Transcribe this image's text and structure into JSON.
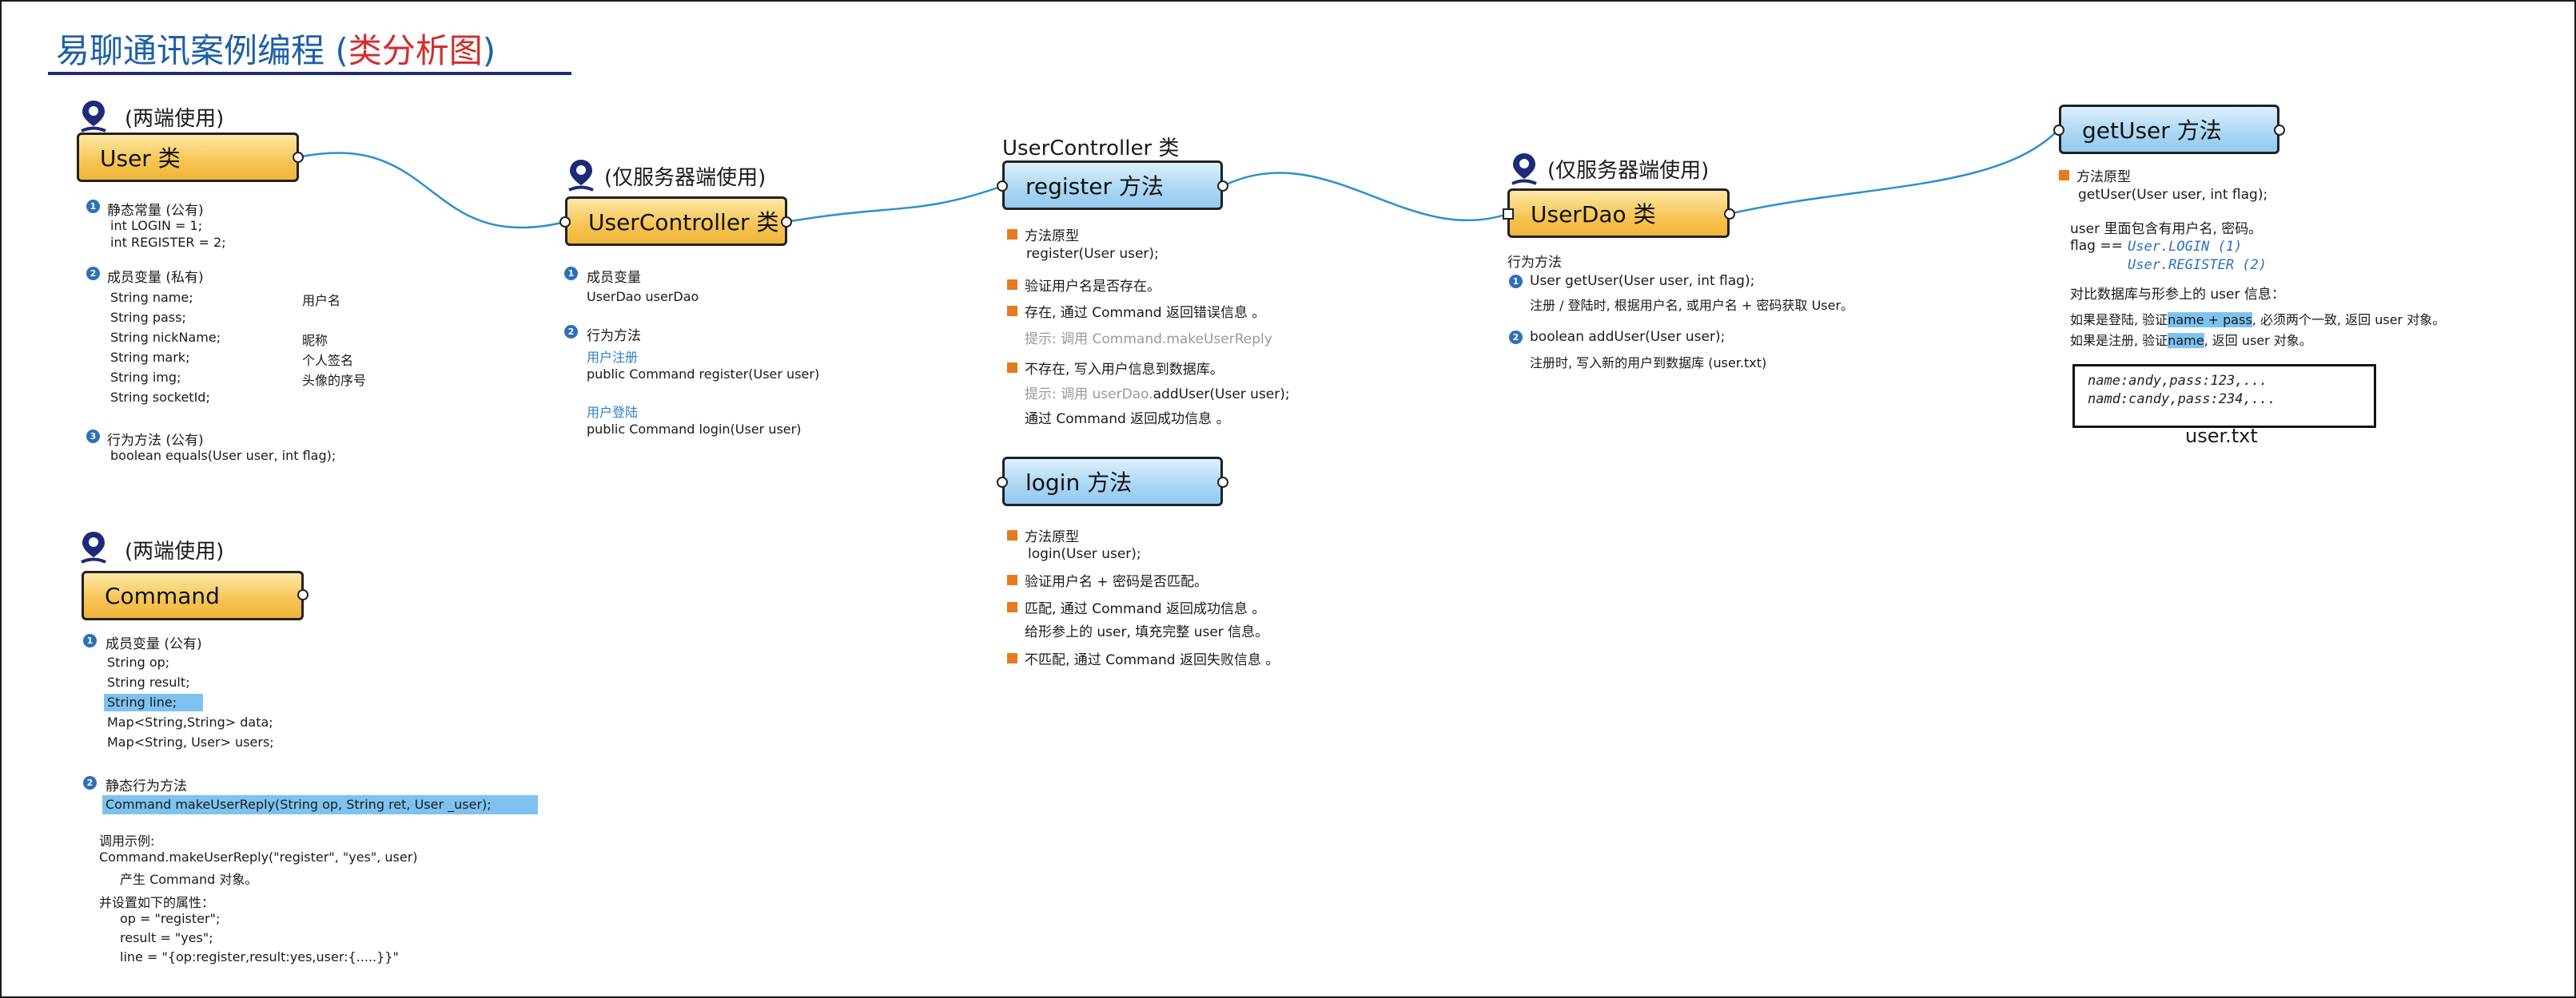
{
  "title": {
    "main": "易聊通讯案例编程 (",
    "highlight": "类分析图",
    "close": ")"
  },
  "colors": {
    "title": "#1e5fa8",
    "highlight": "#d12d2d",
    "connector": "#2a8fd0",
    "yellow_box": "#f6c453",
    "blue_box": "#a9d6f4",
    "bullet": "#e57a1f",
    "number_badge": "#2e6fb8",
    "text_highlight": "#7ec3f0"
  },
  "icons": {
    "pin": "location-pin-icon",
    "numbers": "numbered-circle-icon",
    "bullets": "orange-square-bullet-icon"
  },
  "user": {
    "tag": "(两端使用)",
    "box": "User 类",
    "s1_title": "静态常量 (公有)",
    "s1_l1": "int LOGIN    = 1;",
    "s1_l2": "int REGISTER = 2;",
    "s2_title": "成员变量 (私有)",
    "fields": [
      {
        "code": "String name;",
        "note": "用户名"
      },
      {
        "code": "String pass;",
        "note": ""
      },
      {
        "code": "String nickName;",
        "note": "昵称"
      },
      {
        "code": "String mark;",
        "note": "个人签名"
      },
      {
        "code": "String img;",
        "note": "头像的序号"
      },
      {
        "code": "String socketId;",
        "note": ""
      }
    ],
    "s3_title": "行为方法 (公有)",
    "s3_l1": "boolean equals(User user, int flag);"
  },
  "command": {
    "tag": "(两端使用)",
    "box": "Command",
    "s1_title": "成员变量 (公有)",
    "l1": "String op;",
    "l2": "String result;",
    "l3": "String line;",
    "l4": "Map<String,String> data;",
    "l5": "Map<String, User> users;",
    "s2_title": "静态行为方法",
    "method": "Command makeUserReply(String op, String ret, User _user);",
    "ex1": "调用示例:",
    "ex2": "Command.makeUserReply(\"register\", \"yes\", user)",
    "ex3": "产生 Command 对象。",
    "ex4": "并设置如下的属性：",
    "ex5": "op = \"register\";",
    "ex6": "result = \"yes\";",
    "ex7": "line = \"{op:register,result:yes,user:{.....}}\""
  },
  "usercontroller": {
    "tag": "(仅服务器端使用)",
    "box": "UserController 类",
    "s1_title": "成员变量",
    "s1_l1": "UserDao userDao",
    "s2_title": "行为方法",
    "reg_label": "用户注册",
    "reg_sig": "public Command register(User user)",
    "login_label": "用户登陆",
    "login_sig": "public Command login(User user)"
  },
  "register": {
    "caption": "UserController 类",
    "box": "register 方法",
    "b1": "方法原型",
    "b1_l2": "register(User user);",
    "b2": "验证用户名是否存在。",
    "b3": "存在, 通过 Command 返回错误信息 。",
    "b3_hint": "提示: 调用 Command.makeUserReply",
    "b4": "不存在, 写入用户信息到数据库。",
    "b4_hint_pre": "提示: 调用 userDao.",
    "b4_hint_post": "addUser(User user);",
    "b4_l3": "通过 Command 返回成功信息 。"
  },
  "login": {
    "box": "login 方法",
    "b1": "方法原型",
    "b1_l2": "login(User user);",
    "b2": "验证用户名 + 密码是否匹配。",
    "b3": "匹配, 通过 Command 返回成功信息 。",
    "b3_l2": "给形参上的 user, 填充完整 user 信息。",
    "b4": "不匹配, 通过 Command 返回失败信息 。"
  },
  "userdao": {
    "tag": "(仅服务器端使用)",
    "box": "UserDao 类",
    "s_title": "行为方法",
    "m1": "User  getUser(User user, int flag);",
    "m1_desc": "注册 / 登陆时, 根据用户名, 或用户名 + 密码获取 User。",
    "m2": "boolean addUser(User user);",
    "m2_desc": "注册时, 写入新的用户到数据库 (user.txt)"
  },
  "getuser": {
    "box": "getUser 方法",
    "b1": "方法原型",
    "b1_l2": "getUser(User user, int flag);",
    "p1": "user 里面包含有用户名, 密码。",
    "p2": "flag ==",
    "p2_v1": "User.LOGIN (1)",
    "p2_v2": "User.REGISTER (2)",
    "p3": "对比数据库与形参上的 user 信息：",
    "p4_pre": "如果是登陆, 验证",
    "p4_hl": "name + pass",
    "p4_post": ", 必须两个一致, 返回 user 对象。",
    "p5_pre": "如果是注册, 验证",
    "p5_hl": "name",
    "p5_post": ", 返回 user 对象。",
    "file_l1": "name:andy,pass:123,...",
    "file_l2": "namd:candy,pass:234,...",
    "file_name": "user.txt"
  }
}
